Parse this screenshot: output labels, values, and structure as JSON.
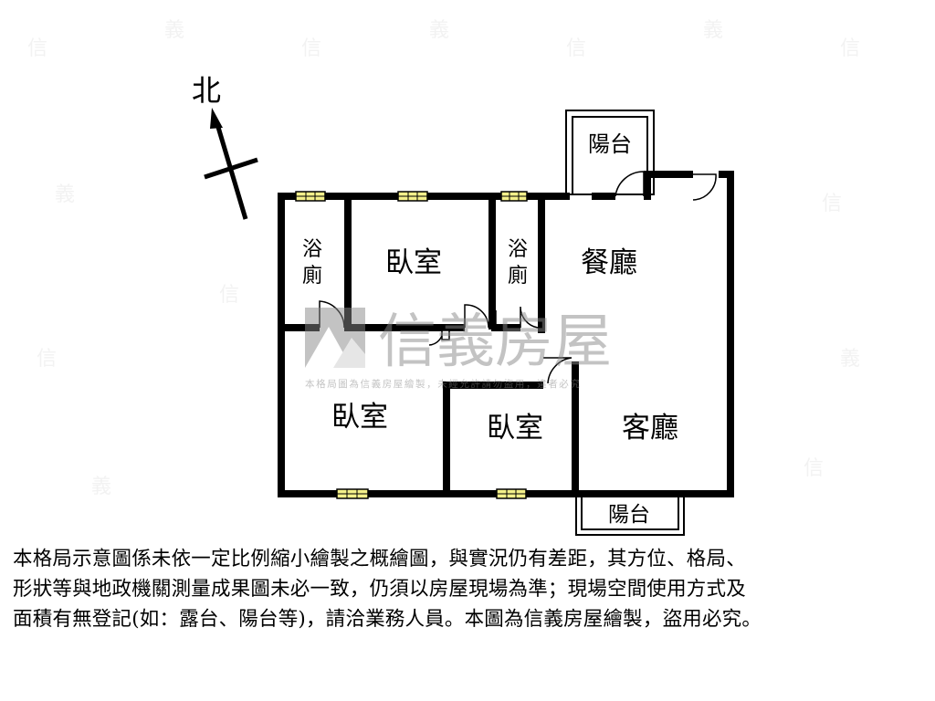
{
  "compass": {
    "label": "北"
  },
  "rooms": {
    "balcony_top": "陽台",
    "bath_left_1": "浴",
    "bath_left_2": "廁",
    "bedroom_top": "臥室",
    "bath_mid_1": "浴",
    "bath_mid_2": "廁",
    "dining": "餐廳",
    "bedroom_left": "臥室",
    "bedroom_mid": "臥室",
    "living": "客廳",
    "balcony_bottom": "陽台"
  },
  "watermark": {
    "brand": "信義房屋",
    "notice": "本格局圖為信義房屋繪製，未經允許請勿盜用，違者必究"
  },
  "disclaimer": "本格局示意圖係未依一定比例縮小繪製之概繪圖，與實況仍有差距，其方位、格局、\n形狀等與地政機關測量成果圖未必一致，仍須以房屋現場為準；現場空間使用方式及\n面積有無登記(如：露台、陽台等)，請洽業務人員。本圖為信義房屋繪製，盜用必究。",
  "colors": {
    "wall": "#000000",
    "window": "#f4f08a",
    "watermark": "#9a9a9a"
  }
}
